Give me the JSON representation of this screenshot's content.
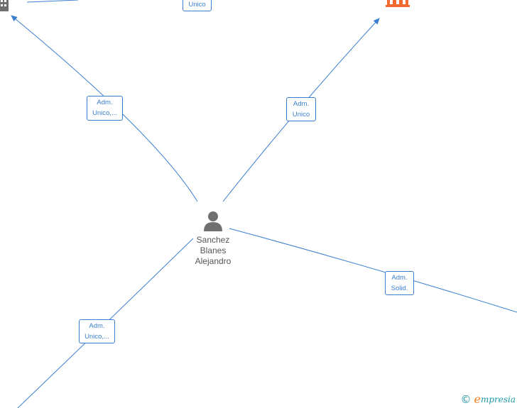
{
  "center_node": {
    "name_lines": [
      "Sanchez",
      "Blanes",
      "Alejandro"
    ],
    "icon": "person-icon"
  },
  "edge_labels": {
    "top_left": [
      "Adm.",
      "Unico,..."
    ],
    "top_right": [
      "Adm.",
      "Unico"
    ],
    "bottom_left": [
      "Adm.",
      "Unico,..."
    ],
    "right": [
      "Adm.",
      "Solid."
    ],
    "top_partial": [
      "Unico"
    ]
  },
  "companies": {
    "top_left": {
      "icon": "building-icon",
      "color": "#707070"
    },
    "top_right": {
      "icon": "building-icon",
      "color": "#f26a2e"
    }
  },
  "colors": {
    "edge": "#3a7fcf",
    "label_text": "#3a7fcf",
    "person": "#707070",
    "highlight_company": "#f26a2e"
  },
  "watermark": {
    "copyright": "©",
    "brand_initial": "e",
    "brand_rest": "mpresia"
  }
}
